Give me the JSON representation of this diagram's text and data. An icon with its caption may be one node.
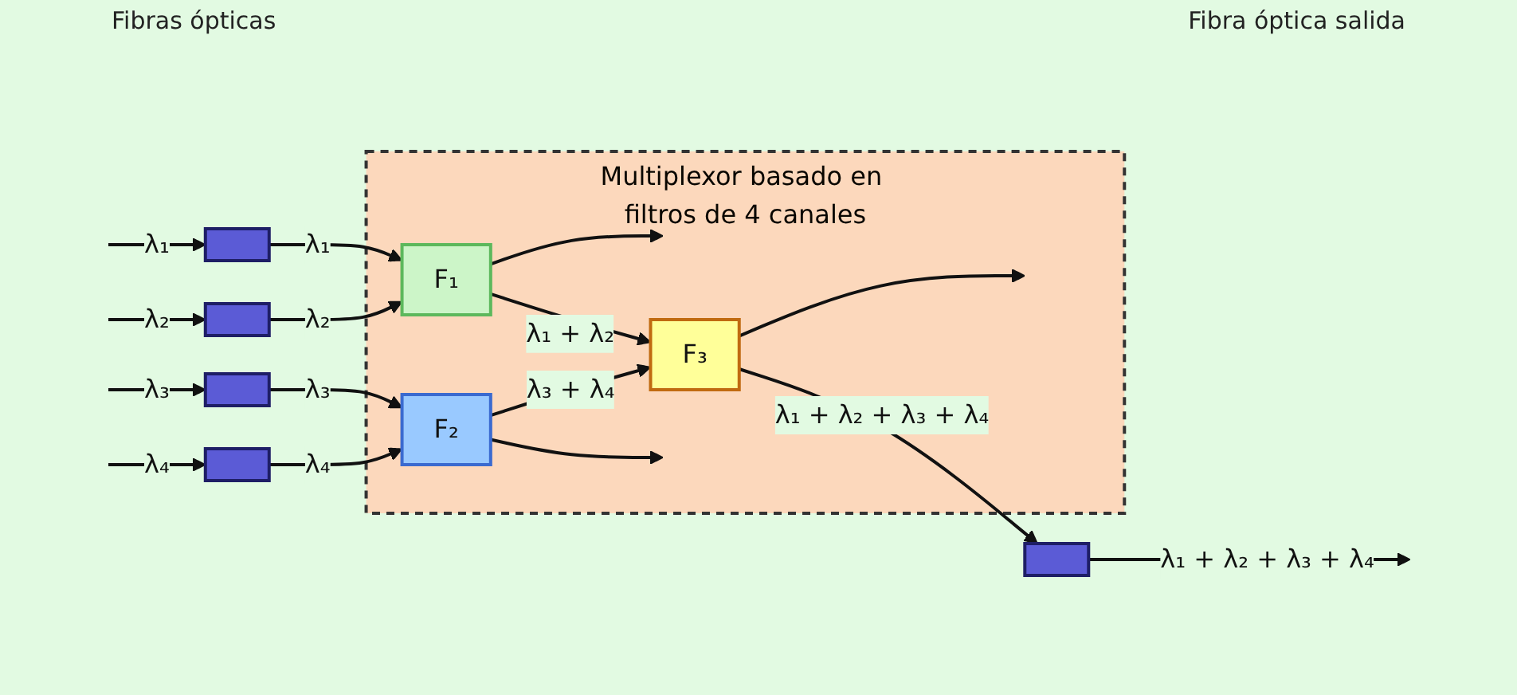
{
  "diagram": {
    "nodes": [
      {
        "text": [
          "Multiplexor basado en filtros de 4 canales"
        ]
      },
      {
        "text": [],
        "shape": "box"
      },
      {
        "text": [],
        "shape": "box"
      },
      {
        "text": [],
        "shape": "box"
      },
      {
        "text": [],
        "shape": "box"
      },
      {
        "text": [
          "F₁"
        ],
        "in": 0
      },
      {
        "text": [
          "F₂"
        ],
        "in": 0
      },
      {
        "text": [
          "F₃"
        ],
        "in": 0
      },
      {
        "text": [],
        "shape": "box"
      }
    ],
    "edges": [
      {
        "from": null,
        "to": 1,
        "arrow": "to",
        "label": "λ₁"
      },
      {
        "from": null,
        "to": 2,
        "arrow": "to",
        "label": "λ₂"
      },
      {
        "from": null,
        "to": 3,
        "arrow": "to",
        "label": "λ₃"
      },
      {
        "from": null,
        "to": 4,
        "arrow": "to",
        "label": "λ₄"
      },
      {
        "from": 1,
        "to": 5,
        "arrow": "to",
        "label": "λ₁"
      },
      {
        "from": 2,
        "to": 5,
        "arrow": "to",
        "label": "λ₂"
      },
      {
        "from": 3,
        "to": 6,
        "arrow": "to",
        "label": "λ₃"
      },
      {
        "from": 4,
        "to": 6,
        "arrow": "to",
        "label": "λ₄"
      },
      {
        "from": 5,
        "to": null,
        "arrow": "to"
      },
      {
        "from": 5,
        "to": 7,
        "arrow": "to",
        "label": "λ₁ + λ₂"
      },
      {
        "from": 6,
        "to": 7,
        "arrow": "to",
        "label": "λ₃ + λ₄"
      },
      {
        "from": 6,
        "to": null,
        "arrow": "to"
      },
      {
        "from": 7,
        "to": null,
        "arrow": "to"
      },
      {
        "from": 7,
        "to": 8,
        "arrow": "to",
        "label": "λ₁ + λ₂ + λ₃ + λ₄"
      },
      {
        "from": 8,
        "to": null,
        "arrow": "to",
        "label": "λ₁ + λ₂ + λ₃ + λ₄"
      }
    ],
    "labels": [
      "Fibras ópticas",
      "Fibra óptica salida"
    ]
  }
}
